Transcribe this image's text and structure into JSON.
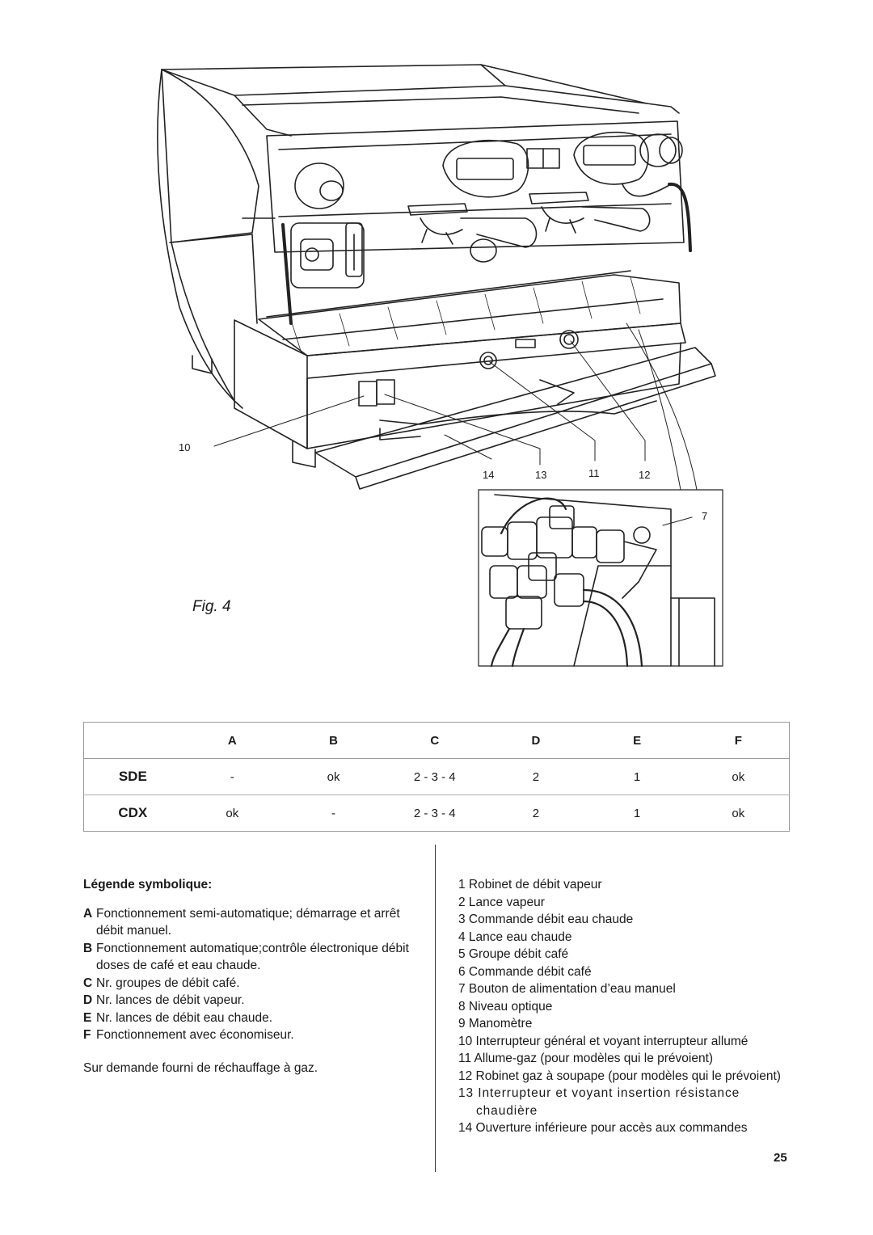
{
  "figure": {
    "label": "Fig. 4",
    "callouts": [
      "10",
      "14",
      "13",
      "11",
      "12",
      "7"
    ]
  },
  "table": {
    "headers": [
      "",
      "A",
      "B",
      "C",
      "D",
      "E",
      "F"
    ],
    "rows": [
      {
        "model": "SDE",
        "cells": [
          "-",
          "ok",
          "2 - 3 - 4",
          "2",
          "1",
          "ok"
        ]
      },
      {
        "model": "CDX",
        "cells": [
          "ok",
          "-",
          "2 - 3 - 4",
          "2",
          "1",
          "ok"
        ]
      }
    ]
  },
  "legend_left": {
    "title": "Légende symbolique:",
    "items": [
      {
        "key": "A",
        "text": "Fonctionnement semi-automatique; démarrage et arrêt débit manuel."
      },
      {
        "key": "B",
        "text": "Fonctionnement automatique;contrôle électronique débit doses de café et eau chaude."
      },
      {
        "key": "C",
        "text": "Nr. groupes de débit café."
      },
      {
        "key": "D",
        "text": "Nr. lances de débit vapeur."
      },
      {
        "key": "E",
        "text": "Nr. lances de débit eau chaude."
      },
      {
        "key": "F",
        "text": "Fonctionnement avec économiseur."
      }
    ],
    "note": "Sur demande fourni de réchauffage à gaz."
  },
  "legend_right": {
    "items": [
      "1 Robinet de débit vapeur",
      "2 Lance vapeur",
      "3 Commande débit eau chaude",
      "4 Lance eau chaude",
      "5 Groupe débit café",
      "6 Commande débit café",
      "7 Bouton de alimentation d’eau manuel",
      "8 Niveau optique",
      "9 Manomètre",
      "10 Interrupteur général et voyant interrupteur allumé",
      "11 Allume-gaz (pour modèles qui le prévoient)",
      "12 Robinet gaz à soupape (pour modèles qui le prévoient)",
      "13 Interrupteur et voyant insertion résistance chaudière",
      "14 Ouverture inférieure pour accès aux commandes"
    ]
  },
  "page_number": "25"
}
